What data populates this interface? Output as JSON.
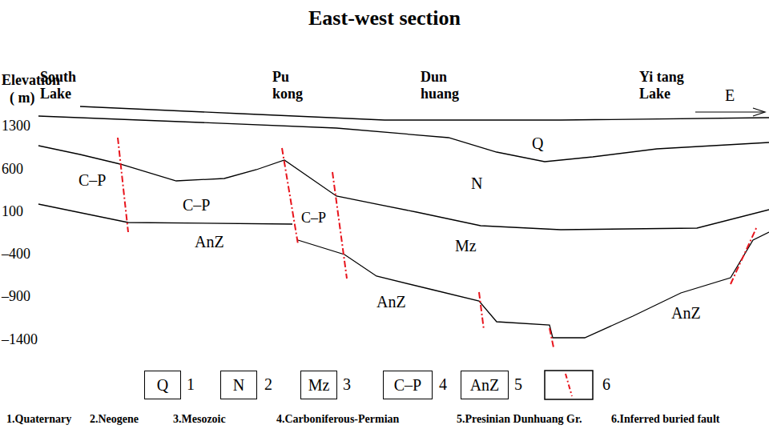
{
  "diagram": {
    "title": "East-west section",
    "nodes": [
      {
        "text": [
          "Q"
        ]
      },
      {
        "text": [
          "N"
        ]
      },
      {
        "text": [
          "Mz"
        ]
      },
      {
        "text": [
          "C–P"
        ]
      },
      {
        "text": [
          "AnZ"
        ]
      }
    ],
    "labels": [
      "Elevation",
      "( m)",
      "South Lake",
      "Pu kong",
      "Dun huang",
      "Yi tang Lake",
      "E",
      "1300",
      "600",
      "100",
      "–400",
      "–900",
      "–1400",
      "C–P",
      "C–P",
      "C–P",
      "Q",
      "N",
      "Mz",
      "AnZ",
      "AnZ",
      "AnZ",
      "1",
      "2",
      "3",
      "4",
      "5",
      "6"
    ],
    "legend": [
      {
        "text": "1.Quaternary"
      },
      {
        "text": "2.Neogene"
      },
      {
        "text": "3.Mesozoic"
      },
      {
        "text": "4.Carboniferous-Permian"
      },
      {
        "text": "5.Presinian Dunhuang Gr."
      },
      {
        "text": "6.Inferred buried fault"
      }
    ]
  }
}
